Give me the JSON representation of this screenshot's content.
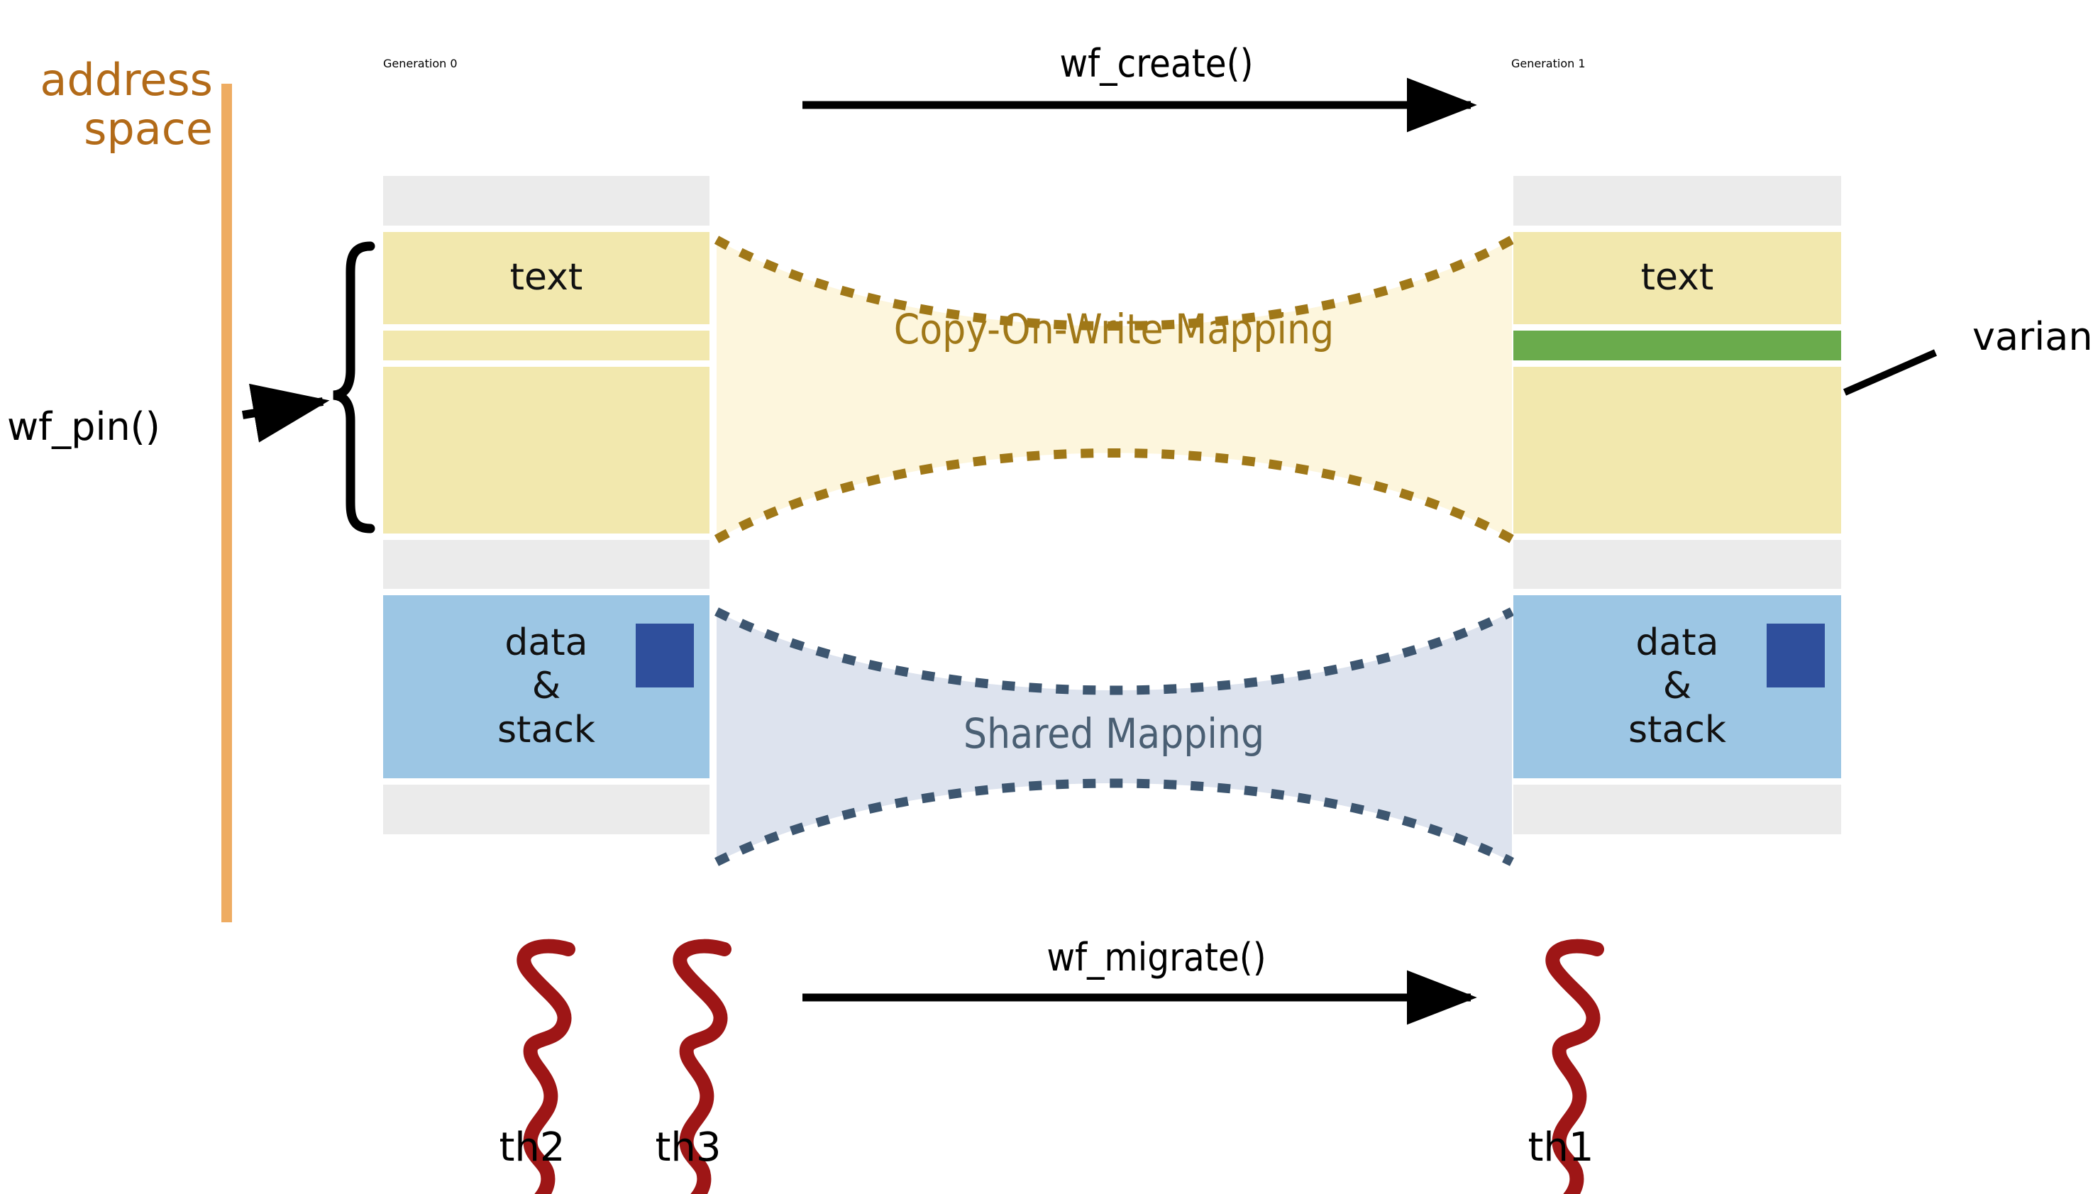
{
  "diagram": {
    "address_space_label": "address\nspace",
    "generation0_title": "Generation 0",
    "generation1_title": "Generation 1",
    "wf_create_label": "wf_create()",
    "wf_migrate_label": "wf_migrate()",
    "wf_pin_label": "wf_pin()",
    "variant_label": "variant",
    "cow_mapping_label": "Copy-On-Write Mapping",
    "shared_mapping_label": "Shared Mapping",
    "text_segment_label": "text",
    "data_stack_label_line1": "data",
    "data_stack_label_line2": "&",
    "data_stack_label_line3": "stack",
    "thread1_label": "th1",
    "thread2_label": "th2",
    "thread3_label": "th3"
  },
  "colors": {
    "address_space_text": "#b26a18",
    "address_space_bar": "#eeac62",
    "block_grey": "#ebebeb",
    "block_yellow": "#f2e8ae",
    "block_blue": "#9cc6e4",
    "block_green": "#6aab4c",
    "dark_square": "#2f4f9c",
    "cow_fill": "#fdf6dd",
    "cow_stroke": "#a07818",
    "shared_fill": "#dde3ee",
    "shared_stroke": "#3d5670",
    "shared_text": "#4a5f73",
    "thread_red": "#9e1616",
    "arrow_black": "#000000"
  },
  "icons": {
    "wf_create_arrow": "arrow-right-icon",
    "wf_migrate_arrow": "arrow-right-icon",
    "wf_pin_arrow": "arrow-right-icon",
    "pin_brace": "curly-brace-icon",
    "variant_leader": "leader-line-icon",
    "thread_squiggle": "squiggle-thread-icon"
  }
}
